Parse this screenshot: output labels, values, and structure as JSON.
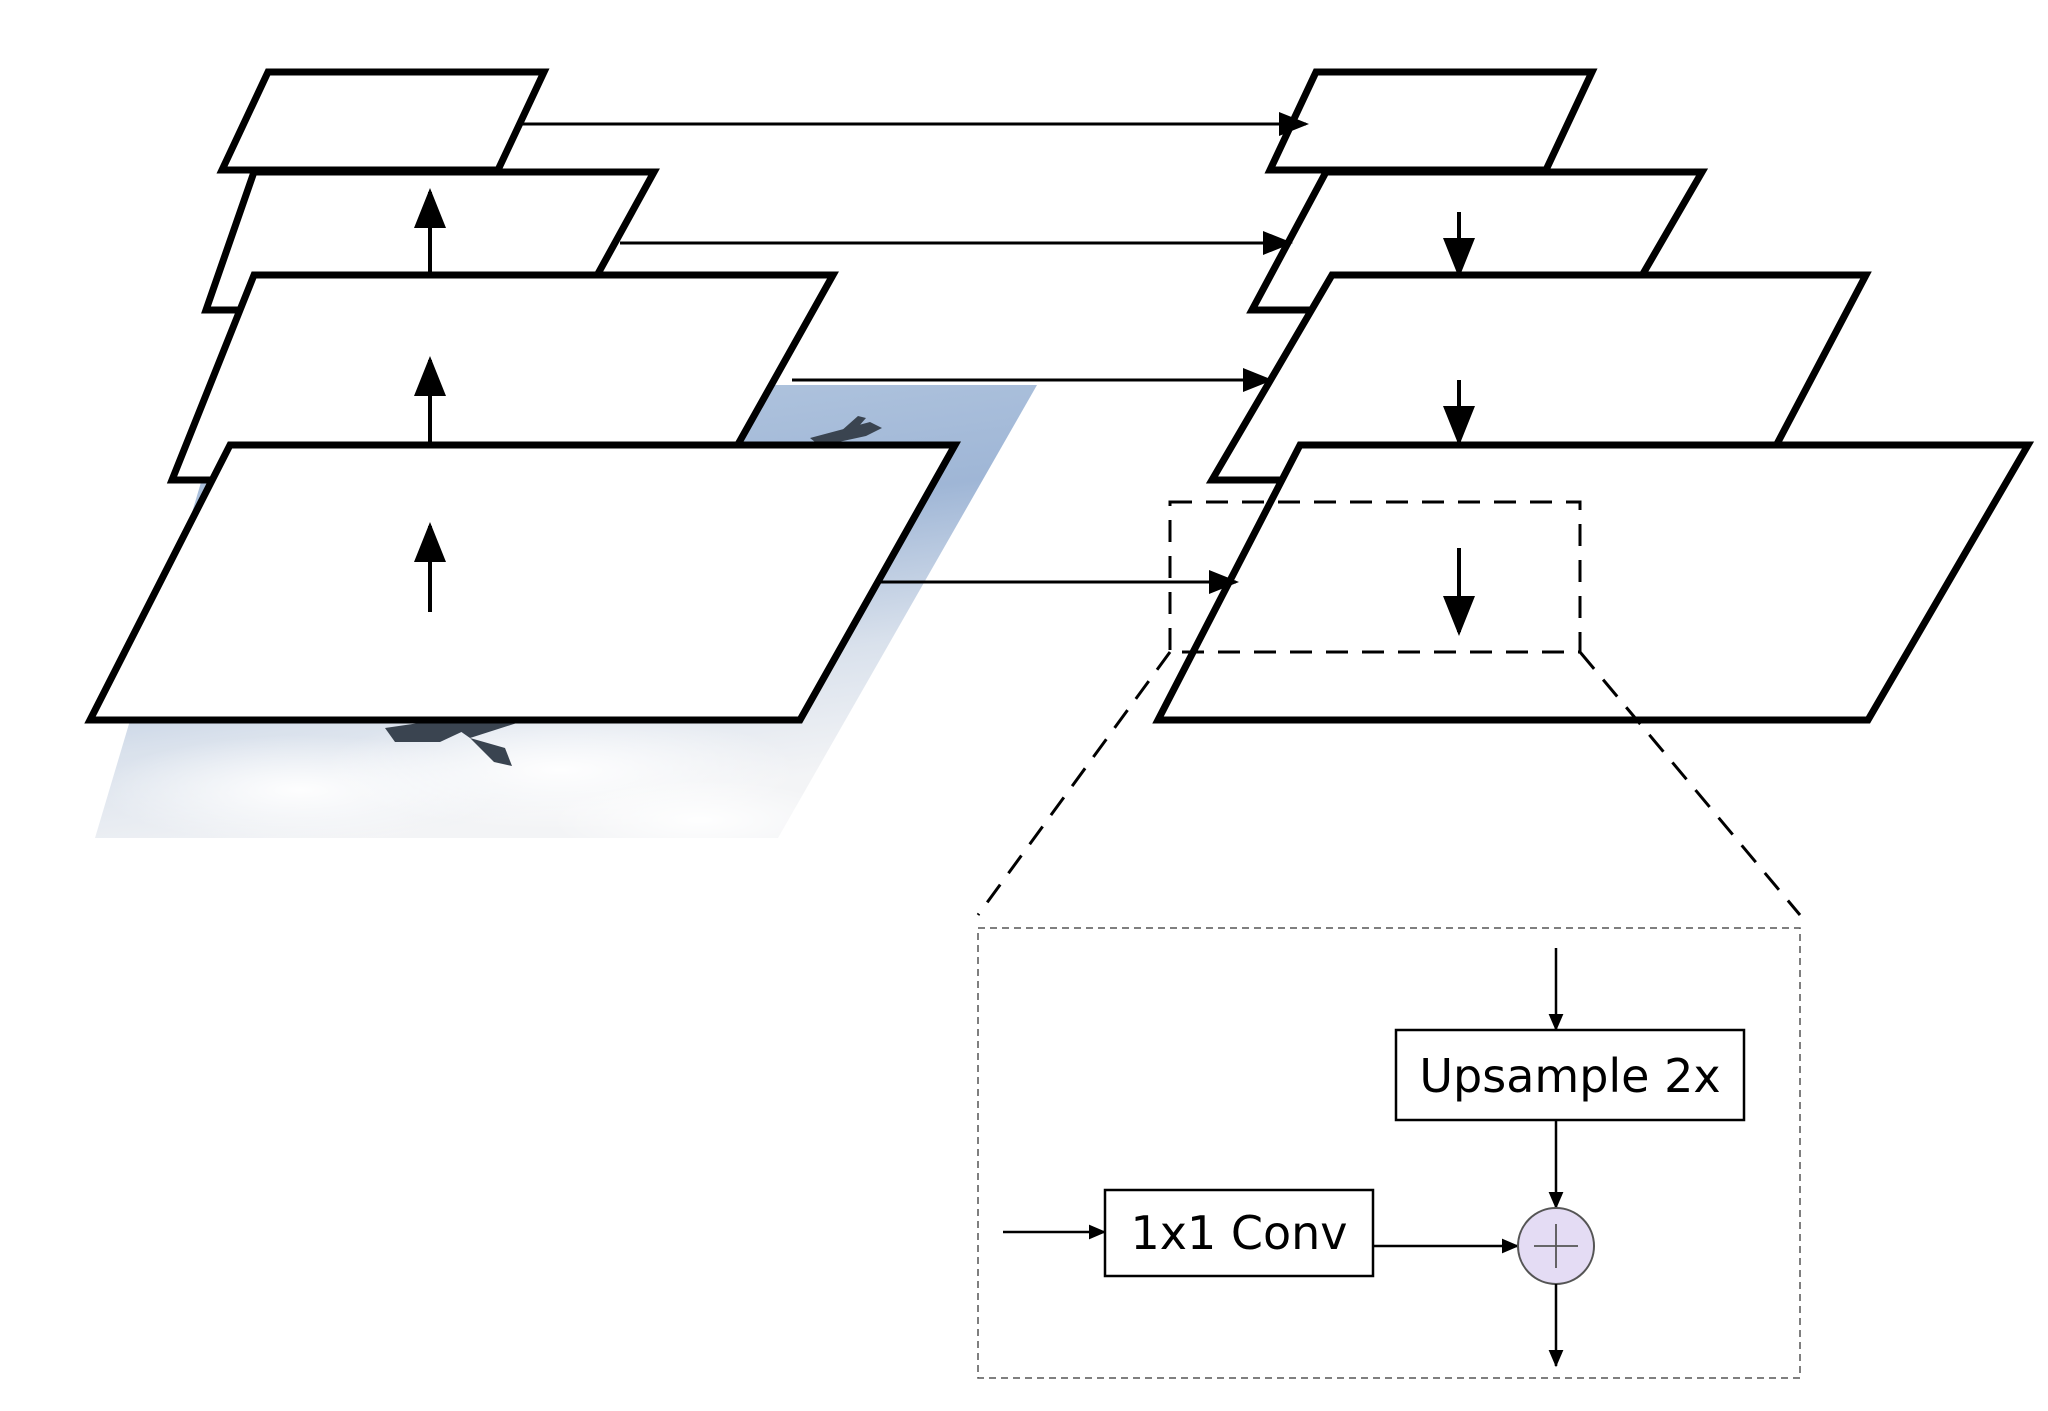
{
  "detail_block": {
    "upsample_label": "Upsample 2x",
    "conv_label": "1x1 Conv",
    "sum_symbol": "+"
  },
  "colors": {
    "sum_fill": "#e4dcf4",
    "sky_top": "#a9bfdc",
    "sky_bottom": "#f1f2f4"
  },
  "icons": {
    "input_image": "airplane-sky-photo",
    "sum_node": "plus-circle-icon"
  }
}
